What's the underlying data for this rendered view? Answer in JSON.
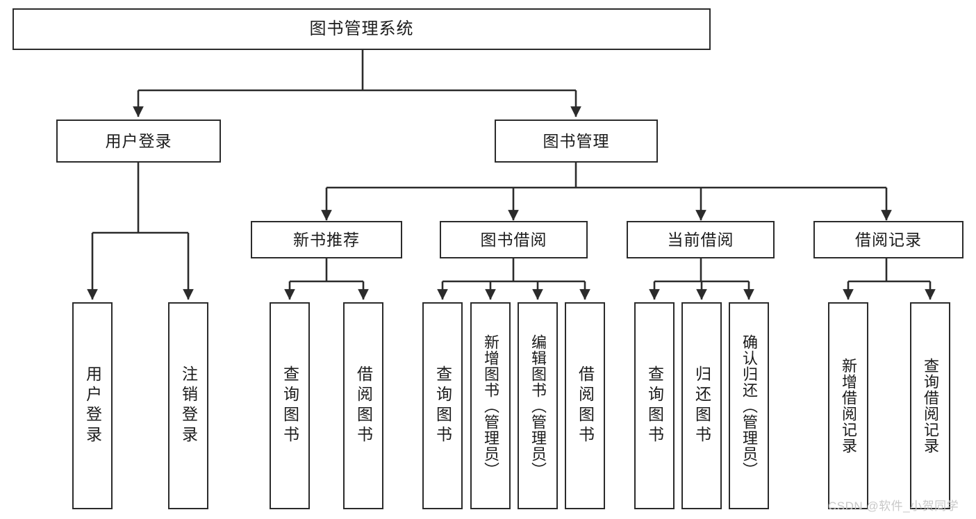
{
  "diagram": {
    "type": "hierarchy-tree",
    "title": "图书管理系统",
    "levels": 4,
    "root": {
      "label": "图书管理系统"
    },
    "level2": [
      {
        "label": "用户登录"
      },
      {
        "label": "图书管理"
      }
    ],
    "level3": [
      {
        "label": "新书推荐"
      },
      {
        "label": "图书借阅"
      },
      {
        "label": "当前借阅"
      },
      {
        "label": "借阅记录"
      }
    ],
    "leaves": {
      "user_login": [
        {
          "label": "用户登录"
        },
        {
          "label": "注销登录"
        }
      ],
      "new_book_recommend": [
        {
          "label": "查询图书"
        },
        {
          "label": "借阅图书"
        }
      ],
      "book_borrow": [
        {
          "label": "查询图书"
        },
        {
          "label": "新增图书（管理员）"
        },
        {
          "label": "编辑图书（管理员）"
        },
        {
          "label": "借阅图书"
        }
      ],
      "current_borrow": [
        {
          "label": "查询图书"
        },
        {
          "label": "归还图书"
        },
        {
          "label": "确认归还（管理员）"
        }
      ],
      "borrow_records": [
        {
          "label": "新增借阅记录"
        },
        {
          "label": "查询借阅记录"
        }
      ]
    }
  },
  "watermark": {
    "text": "CSDN @软件_小贺同学"
  },
  "colors": {
    "stroke": "#2b2b2b",
    "fill": "#ffffff",
    "text": "#1b1b1b",
    "watermark": "#c8c8c8"
  }
}
